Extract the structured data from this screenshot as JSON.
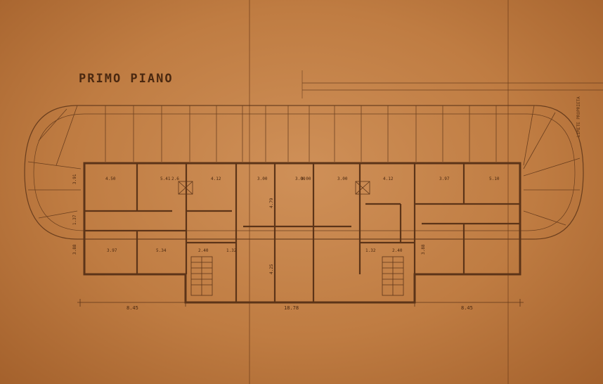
{
  "title": "PRIMO PIANO",
  "side_note": "LIMITE PROPRIETA",
  "colors": {
    "paper": "#c8884e",
    "ink": "#4a2810",
    "wall": "#5c3418"
  },
  "dimensions": {
    "top": [
      "4.50",
      "5.41",
      "2.6",
      "4.12",
      "3.00",
      "3.00",
      "3.00",
      "3.00",
      "4.12",
      "3.97",
      "5.10"
    ],
    "bottom": [
      "3.97",
      "5.34",
      "2.40",
      "1.32",
      "1.32",
      "2.40"
    ],
    "overall_left": "8.45",
    "overall_center": "18.78",
    "overall_right": "8.45",
    "vertical_left": [
      "3.91",
      "1.37",
      "3.88"
    ],
    "vertical_center": [
      "4.79",
      "4.25"
    ],
    "vertical_right": [
      "3.88"
    ]
  }
}
